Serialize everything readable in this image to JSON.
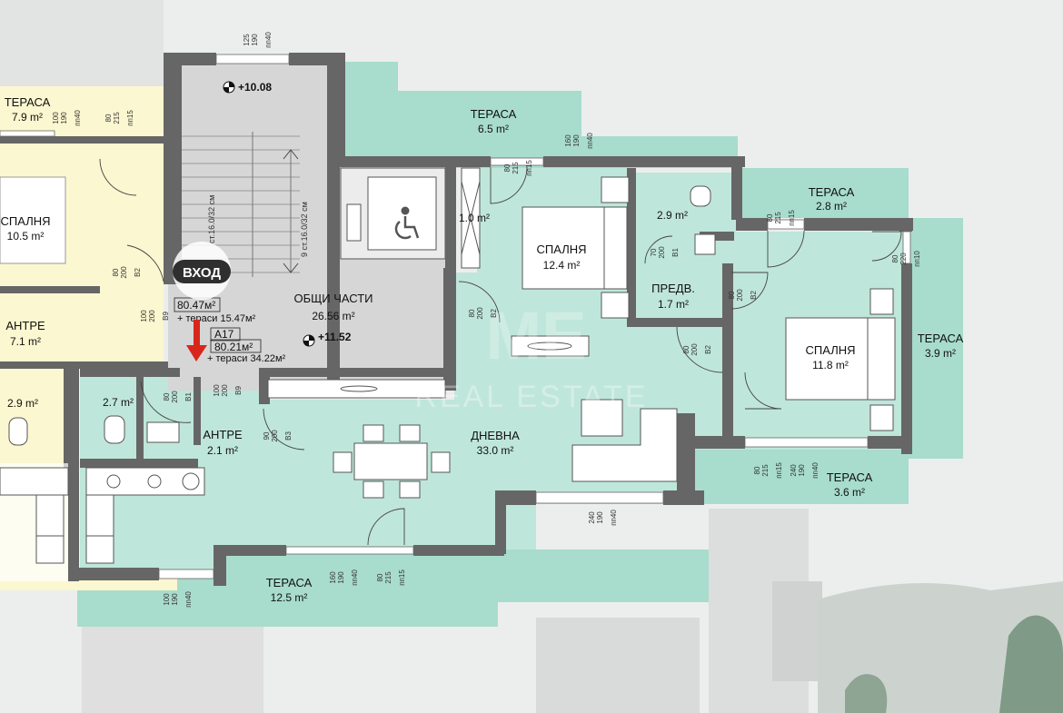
{
  "colors": {
    "terrace": "#a8dccd",
    "unit_floor": "#bfe6da",
    "neighbor": "#fbf7d0",
    "common": "#d6d6d6",
    "wall": "#666666",
    "entry_badge": "#2f2f2f",
    "arrow": "#d9261c"
  },
  "rooms": {
    "terrace_top": {
      "label": "ТЕРАСА",
      "area": "6.5 m²"
    },
    "bedroom_1": {
      "label": "СПАЛНЯ",
      "area": "12.4 m²"
    },
    "bathroom_1": {
      "area": "2.9 m²"
    },
    "terrace_right_top": {
      "label": "ТЕРАСА",
      "area": "2.8 m²"
    },
    "closet": {
      "area": "1.0 m²"
    },
    "hallway": {
      "label": "ПРЕДВ.",
      "area": "1.7 m²"
    },
    "bedroom_2": {
      "label": "СПАЛНЯ",
      "area": "11.8 m²"
    },
    "terrace_right": {
      "label": "ТЕРАСА",
      "area": "3.9 m²"
    },
    "terrace_right_bottom": {
      "label": "ТЕРАСА",
      "area": "3.6 m²"
    },
    "living": {
      "label": "ДНЕВНА",
      "area": "33.0 m²"
    },
    "entry": {
      "label": "АНТРЕ",
      "area": "2.1 m²"
    },
    "bathroom_2": {
      "area": "2.7 m²"
    },
    "terrace_bottom": {
      "label": "ТЕРАСА",
      "area": "12.5 m²"
    },
    "common": {
      "label": "ОБЩИ ЧАСТИ",
      "area": "26.56 m²"
    }
  },
  "neighbor": {
    "terrace": {
      "label": "ТЕРАСА",
      "area": "7.9 m²"
    },
    "bedroom": {
      "label": "СПАЛНЯ",
      "area": "10.5 m²"
    },
    "entry": {
      "label": "АНТРЕ",
      "area": "7.1 m²"
    },
    "bathroom": {
      "area": "2.9 m²"
    },
    "unit_area": "80.47м²",
    "unit_terraces": "+ тераси 15.47м²"
  },
  "unit": {
    "name": "A17",
    "area": "80.21м²",
    "terraces": "+ тераси 34.22м²"
  },
  "levels": {
    "top": "+10.08",
    "floor": "+11.52"
  },
  "entry_badge": "ВХОД",
  "stairs": {
    "label_a": "ст.16.0/32 см",
    "label_b": "9 ст.16.0/32 см"
  },
  "watermark": {
    "logo": "ME",
    "text": "REAL ESTATE"
  },
  "openings": [
    {
      "id": "w-stair-top",
      "size": "125\n190",
      "code": "пп40"
    },
    {
      "id": "w-neighbor-terrace",
      "size": "100\n190",
      "code": "пп40"
    },
    {
      "id": "d-neighbor-terrace",
      "size": "80\n215",
      "code": "пп15"
    },
    {
      "id": "w-terrace-top",
      "size": "160\n190",
      "code": "пп40"
    },
    {
      "id": "d-terrace-top",
      "size": "80\n215",
      "code": "пп15"
    },
    {
      "id": "d-terrace-r",
      "size": "80\n215",
      "code": "пп15"
    },
    {
      "id": "d-terrace-r2",
      "size": "80\n220",
      "code": "пп10"
    },
    {
      "id": "d-bath1",
      "size": "70\n200",
      "code": "В1"
    },
    {
      "id": "d-hall",
      "size": "80\n200",
      "code": "В2"
    },
    {
      "id": "d-bed2-a",
      "size": "80\n200",
      "code": "В2"
    },
    {
      "id": "d-bed1",
      "size": "80\n200",
      "code": "В2"
    },
    {
      "id": "d-neighbor",
      "size": "80\n200",
      "code": "В2"
    },
    {
      "id": "d-neighbor-entry",
      "size": "100\n200",
      "code": "В9"
    },
    {
      "id": "d-unit-entry",
      "size": "100\n200",
      "code": "В9"
    },
    {
      "id": "d-bath2",
      "size": "80\n200",
      "code": "В1"
    },
    {
      "id": "d-entry-living",
      "size": "90\n200",
      "code": "В3"
    },
    {
      "id": "d-terrace-rb",
      "size": "80\n215",
      "code": "пп15"
    },
    {
      "id": "w-terrace-rb",
      "size": "240\n190",
      "code": "пп40"
    },
    {
      "id": "w-living",
      "size": "240\n190",
      "code": "пп40"
    },
    {
      "id": "w-terrace-b",
      "size": "160\n190",
      "code": "пп40"
    },
    {
      "id": "d-terrace-b",
      "size": "80\n215",
      "code": "пп15"
    },
    {
      "id": "w-kitchen",
      "size": "100\n190",
      "code": "пп40"
    }
  ]
}
